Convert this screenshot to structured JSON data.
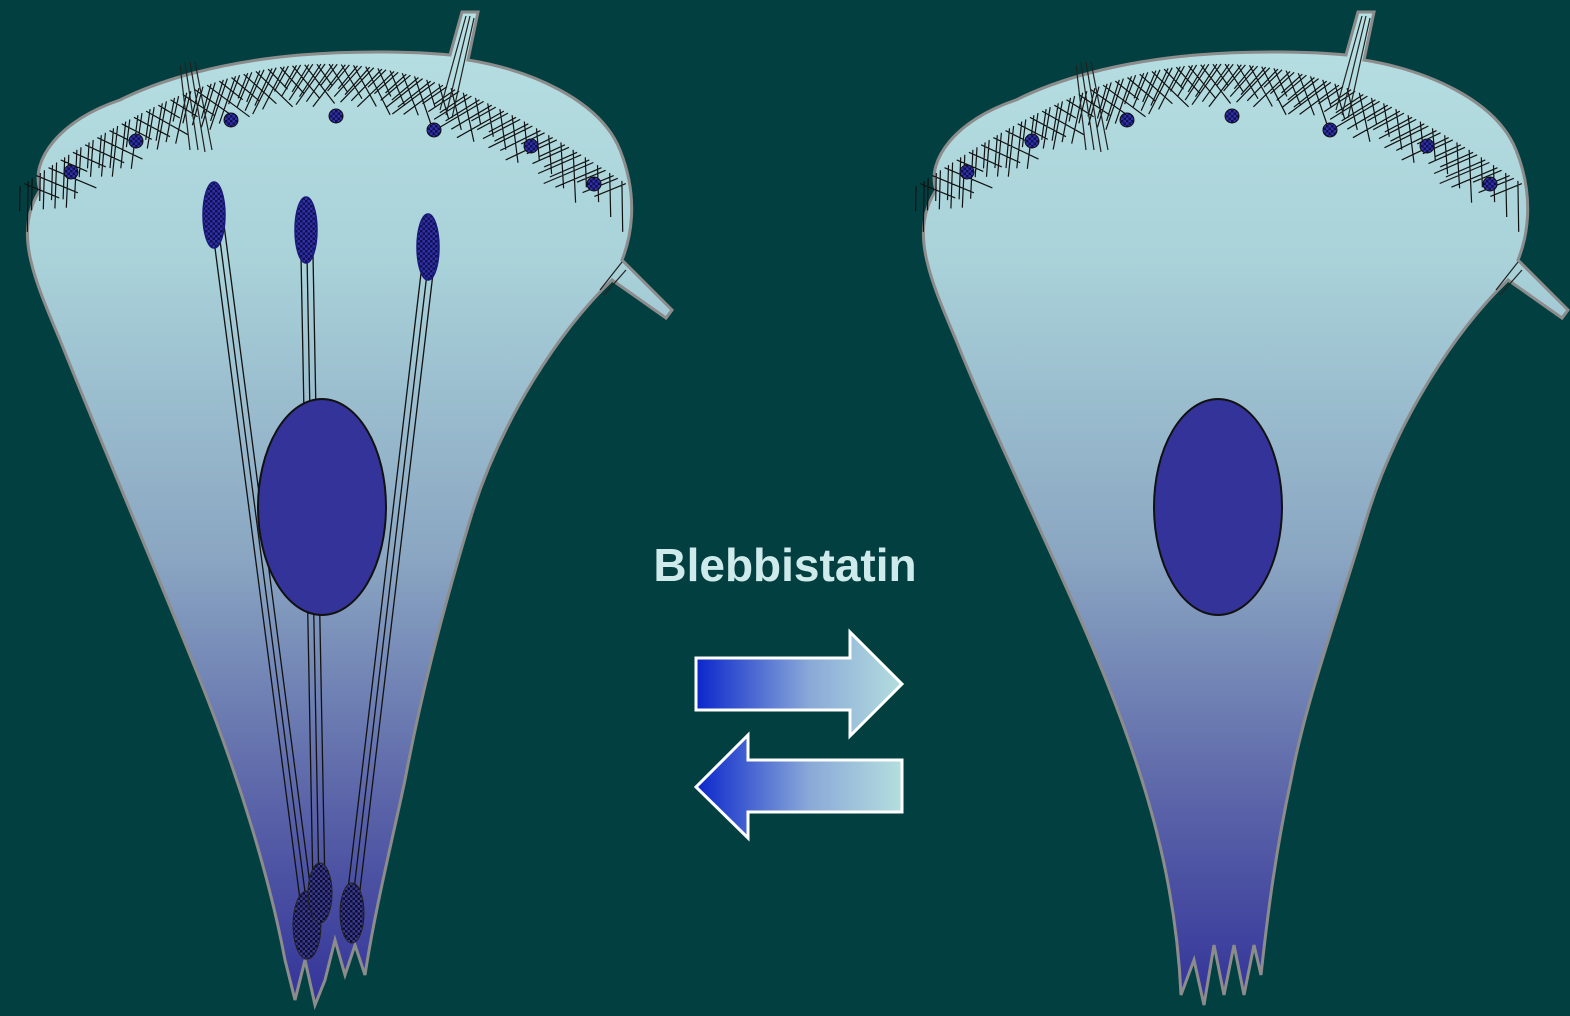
{
  "treatment": {
    "label": "Blebbistatin",
    "arrow_forward": "forward-arrow",
    "arrow_reverse": "reverse-arrow"
  },
  "colors": {
    "background": "#023f40",
    "cytoplasm_top": "#b2dbde",
    "cytoplasm_bottom": "#2f2f98",
    "nucleus": "#33339a",
    "adhesion": "#2e2ea8",
    "arrow_start": "#0a26cc",
    "arrow_end": "#b2dcdc",
    "outline": "#8a8a8a"
  },
  "panels": [
    {
      "name": "control-cell",
      "stress_fibers": true
    },
    {
      "name": "blebbistatin-cell",
      "stress_fibers": false
    }
  ]
}
